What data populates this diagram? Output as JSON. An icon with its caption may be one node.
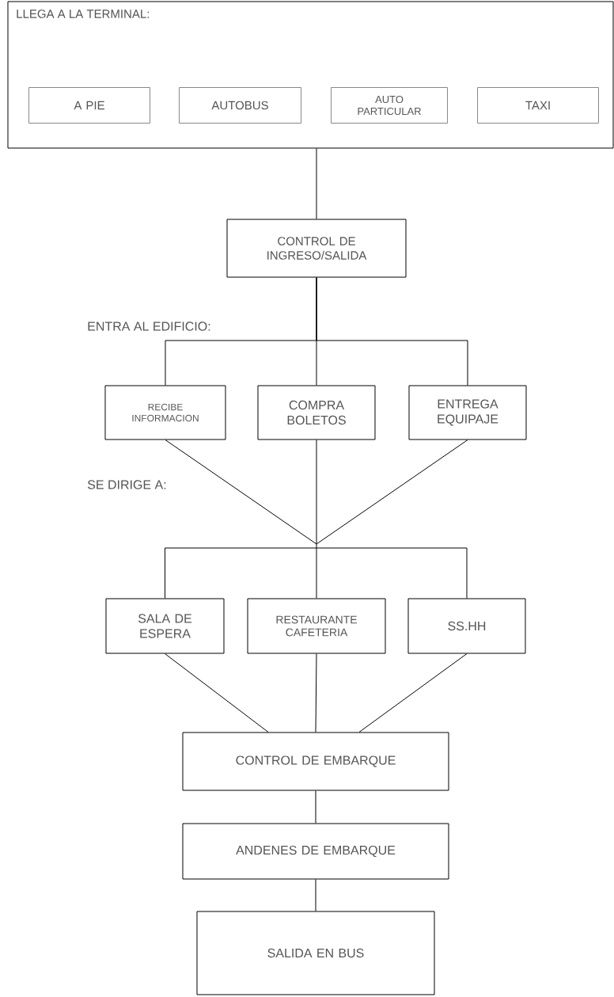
{
  "diagram": {
    "nodes": [
      {
        "text": [
          "LLEGA A LA TERMINAL:"
        ]
      },
      {
        "text": [
          "A PIE"
        ],
        "in": 0
      },
      {
        "text": [
          "AUTOBUS"
        ],
        "in": 0
      },
      {
        "text": [
          "AUTO PARTICULAR"
        ],
        "in": 0
      },
      {
        "text": [
          "TAXI"
        ],
        "in": 0
      },
      {
        "text": [
          "CONTROL DE INGRESO/SALIDA"
        ]
      },
      {
        "text": [
          "RECIBE INFORMACION"
        ]
      },
      {
        "text": [
          "COMPRA BOLETOS"
        ]
      },
      {
        "text": [
          "ENTREGA EQUIPAJE"
        ]
      },
      {
        "text": [
          "SALA DE ESPERA"
        ]
      },
      {
        "text": [
          "RESTAURANTE CAFETERIA"
        ]
      },
      {
        "text": [
          "SS.HH"
        ]
      },
      {
        "text": [
          "CONTROL DE EMBARQUE"
        ]
      },
      {
        "text": [
          "ANDENES DE EMBARQUE"
        ]
      },
      {
        "text": [
          "SALIDA EN BUS"
        ]
      }
    ],
    "edges": [
      {
        "from": 0,
        "to": 5,
        "arrow": "none"
      },
      {
        "from": 5,
        "to": 6,
        "arrow": "none"
      },
      {
        "from": 5,
        "to": 7,
        "arrow": "none"
      },
      {
        "from": 5,
        "to": 8,
        "arrow": "none"
      },
      {
        "from": 6,
        "to": 9,
        "arrow": "none"
      },
      {
        "from": 6,
        "to": 10,
        "arrow": "none"
      },
      {
        "from": 6,
        "to": 11,
        "arrow": "none"
      },
      {
        "from": 7,
        "to": 9,
        "arrow": "none"
      },
      {
        "from": 7,
        "to": 10,
        "arrow": "none"
      },
      {
        "from": 7,
        "to": 11,
        "arrow": "none"
      },
      {
        "from": 8,
        "to": 9,
        "arrow": "none"
      },
      {
        "from": 8,
        "to": 10,
        "arrow": "none"
      },
      {
        "from": 8,
        "to": 11,
        "arrow": "none"
      },
      {
        "from": 9,
        "to": 12,
        "arrow": "none"
      },
      {
        "from": 10,
        "to": 12,
        "arrow": "none"
      },
      {
        "from": 11,
        "to": 12,
        "arrow": "none"
      },
      {
        "from": 12,
        "to": 13,
        "arrow": "none"
      },
      {
        "from": 13,
        "to": 14,
        "arrow": "none"
      }
    ],
    "labels": [
      "ENTRA AL EDIFICIO:",
      "SE DIRIGE A:"
    ]
  }
}
